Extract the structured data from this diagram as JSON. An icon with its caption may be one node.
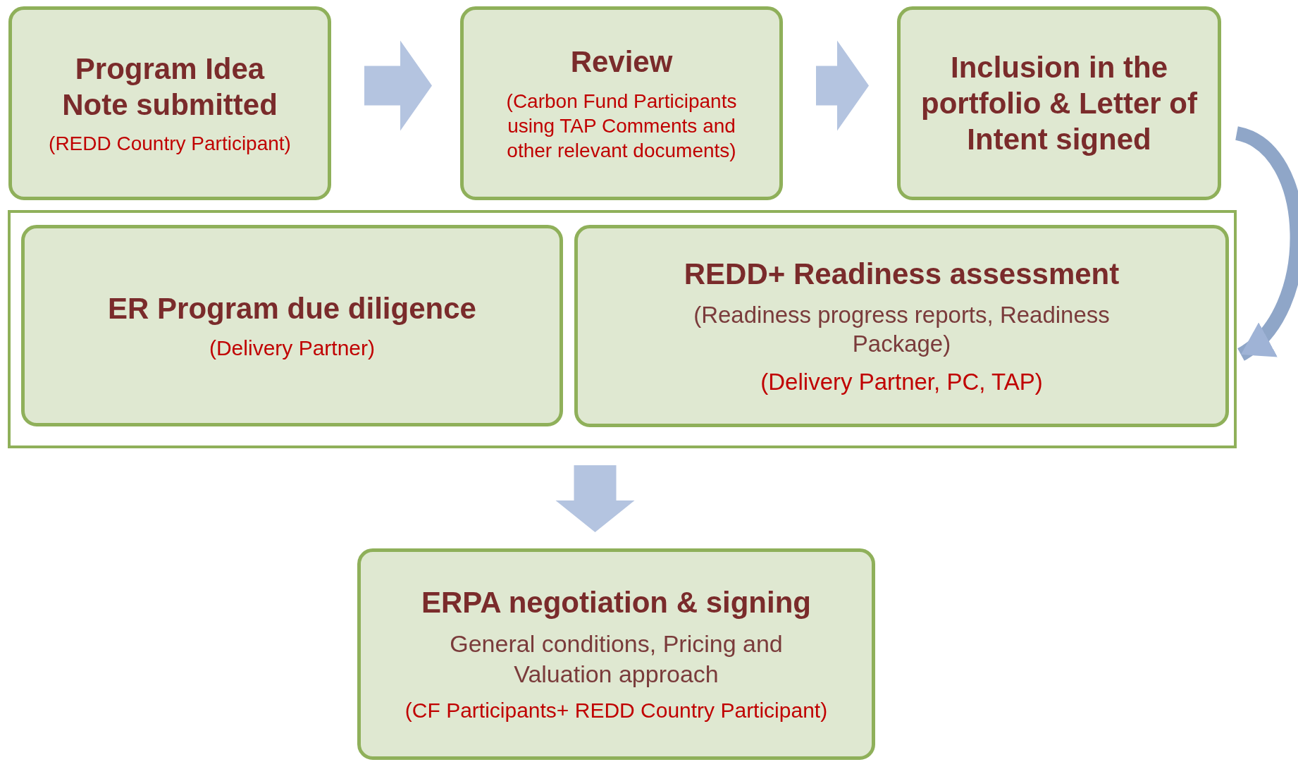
{
  "diagram": {
    "nodes": [
      {
        "text": [
          "Program Idea Note submitted",
          "(REDD Country Participant)"
        ]
      },
      {
        "text": [
          "Review",
          "(Carbon Fund Participants using TAP Comments and other relevant documents)"
        ]
      },
      {
        "text": [
          "Inclusion in the portfolio & Letter of Intent signed"
        ]
      },
      {
        "text": [],
        "shape": "box"
      },
      {
        "text": [
          "ER Program due diligence",
          "(Delivery Partner)"
        ],
        "in": 3
      },
      {
        "text": [
          "REDD+ Readiness assessment",
          "(Readiness progress reports, Readiness Package)",
          "(Delivery Partner, PC, TAP)"
        ],
        "in": 3
      },
      {
        "text": [
          "ERPA negotiation & signing",
          "General conditions, Pricing and Valuation approach",
          "(CF Participants+ REDD Country Participant)"
        ]
      }
    ],
    "edges": [
      {
        "from": 0,
        "to": 1,
        "arrow": "to"
      },
      {
        "from": 1,
        "to": 2,
        "arrow": "to"
      },
      {
        "from": 2,
        "to": 3,
        "arrow": "to"
      },
      {
        "from": 3,
        "to": 6,
        "arrow": "to"
      }
    ]
  }
}
